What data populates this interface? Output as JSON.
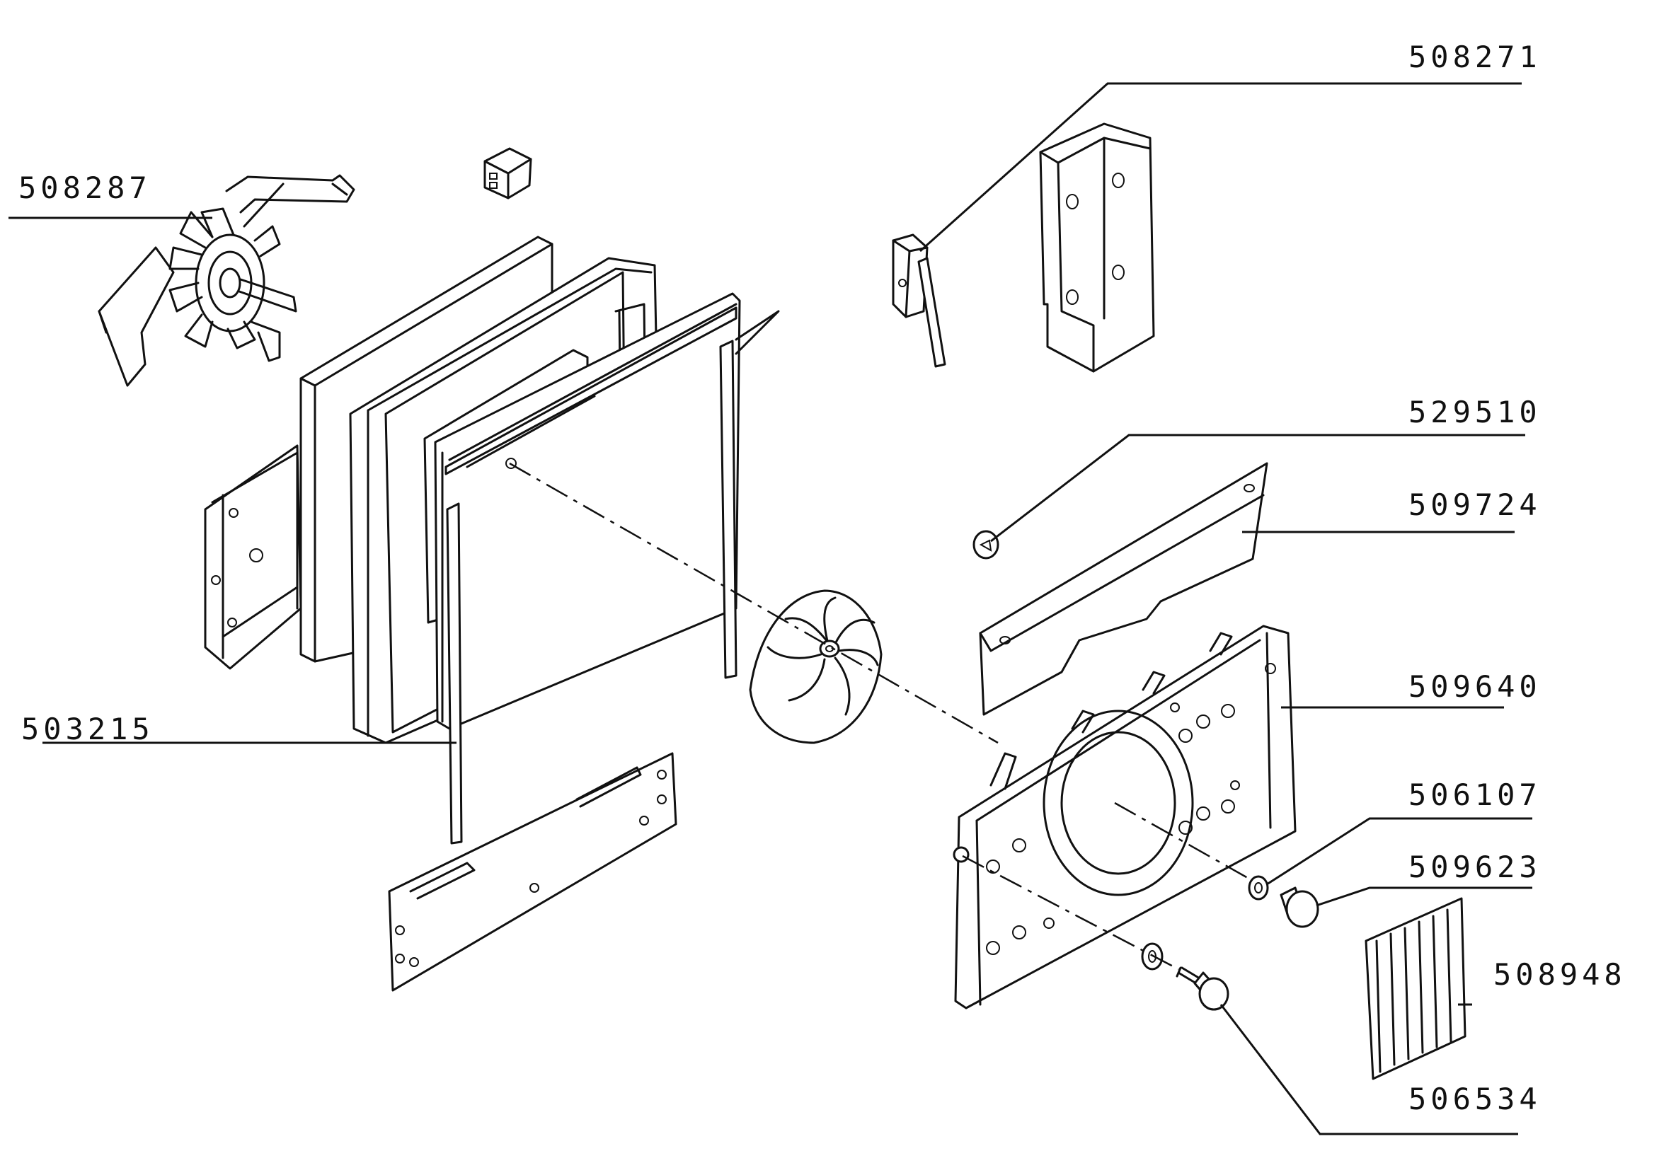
{
  "parts": [
    {
      "id": "508271",
      "label": "508271"
    },
    {
      "id": "508287",
      "label": "508287"
    },
    {
      "id": "529510",
      "label": "529510"
    },
    {
      "id": "509724",
      "label": "509724"
    },
    {
      "id": "509640",
      "label": "509640"
    },
    {
      "id": "503215",
      "label": "503215"
    },
    {
      "id": "506107",
      "label": "506107"
    },
    {
      "id": "509623",
      "label": "509623"
    },
    {
      "id": "508948",
      "label": "508948"
    },
    {
      "id": "506534",
      "label": "506534"
    }
  ]
}
